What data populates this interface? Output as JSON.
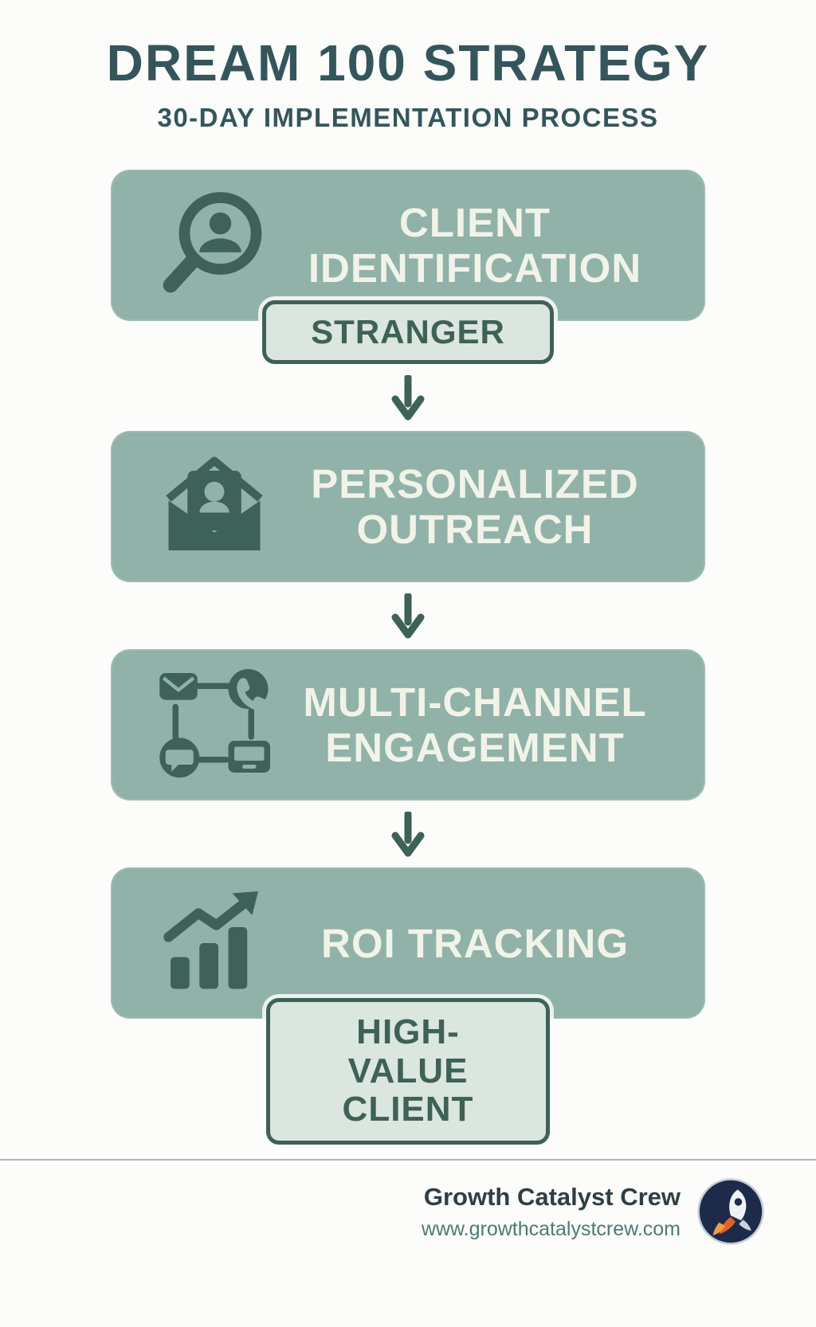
{
  "header": {
    "title": "DREAM 100 STRATEGY",
    "subtitle": "30-DAY IMPLEMENTATION PROCESS"
  },
  "steps": [
    {
      "title": "CLIENT IDENTIFICATION",
      "icon": "magnifier-person-icon",
      "badge": "STRANGER"
    },
    {
      "title": "PERSONALIZED OUTREACH",
      "icon": "envelope-contact-icon",
      "badge": ""
    },
    {
      "title": "MULTI-CHANNEL ENGAGEMENT",
      "icon": "multi-channel-network-icon",
      "badge": ""
    },
    {
      "title": "ROI TRACKING",
      "icon": "growth-chart-icon",
      "badge": "HIGH-VALUE CLIENT"
    }
  ],
  "footer": {
    "brand": "Growth Catalyst Crew",
    "url": "www.growthcatalystcrew.com",
    "logo": "rocket-logo"
  },
  "colors": {
    "box_bg": "#90b2a9",
    "box_text": "#f2f3e8",
    "accent": "#3e6158",
    "badge_bg": "#dbe6df",
    "badge_text": "#3e6158",
    "heading": "#34555b",
    "page_bg": "#fcfcfa",
    "footer_brand": "#2f3e45",
    "footer_url": "#4e7a74"
  }
}
